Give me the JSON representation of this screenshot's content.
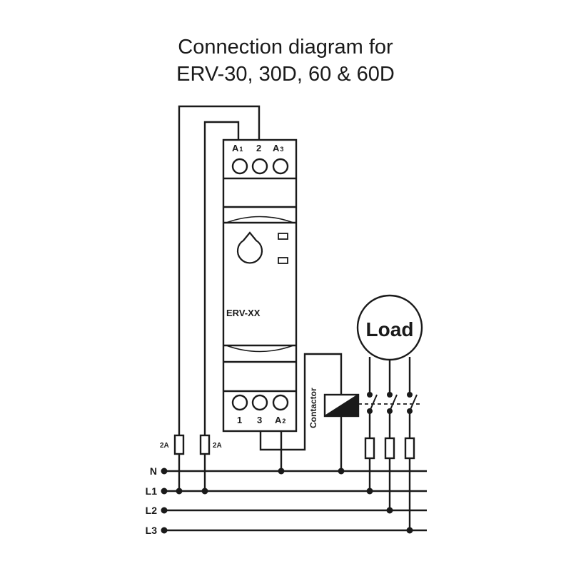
{
  "title": {
    "line1": "Connection diagram for",
    "line2": "ERV-30, 30D, 60 & 60D"
  },
  "device": {
    "model": "ERV-XX",
    "top_terminals": {
      "a1": "A",
      "a1_sub": "1",
      "t2": "2",
      "a3": "A",
      "a3_sub": "3"
    },
    "bottom_terminals": {
      "t1": "1",
      "t3": "3",
      "a2": "A",
      "a2_sub": "2"
    }
  },
  "fuses": {
    "left": "2A",
    "right": "2A"
  },
  "contactor_label": "Contactor",
  "load_label": "Load",
  "lines": {
    "n": "N",
    "l1": "L1",
    "l2": "L2",
    "l3": "L3"
  }
}
